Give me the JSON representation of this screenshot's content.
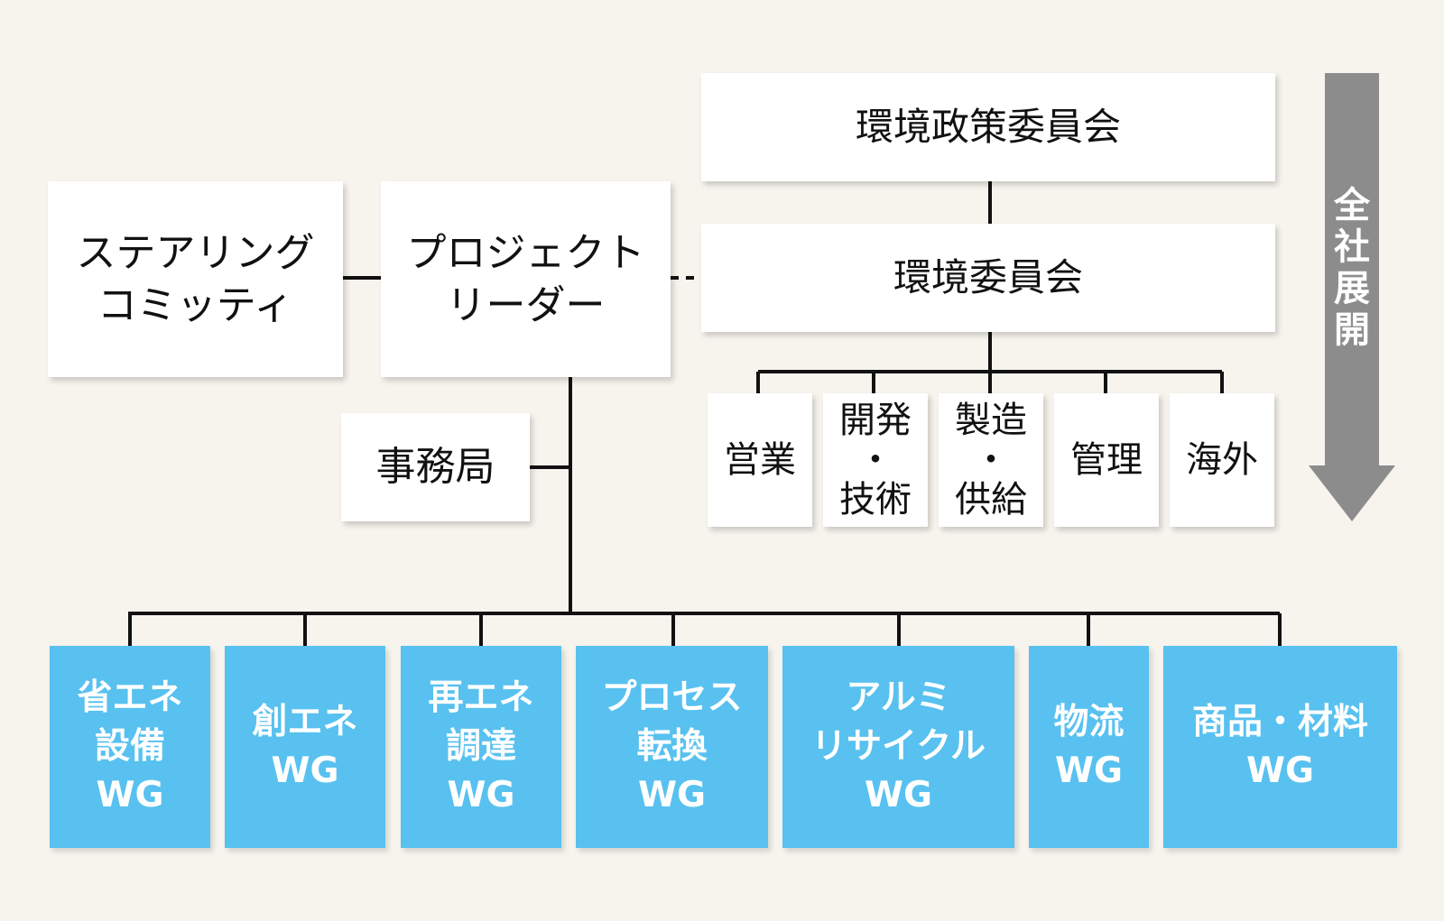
{
  "top": {
    "policy_committee": "環境政策委員会",
    "env_committee": "環境委員会"
  },
  "left": {
    "steering": "ステアリング\nコミッティ",
    "project_leader": "プロジェクト\nリーダー",
    "secretariat": "事務局"
  },
  "departments": [
    {
      "label": "営業"
    },
    {
      "label": "開発\n・\n技術"
    },
    {
      "label": "製造\n・\n供給"
    },
    {
      "label": "管理"
    },
    {
      "label": "海外"
    }
  ],
  "working_groups": [
    {
      "label": "省エネ\n設備\nWG"
    },
    {
      "label": "創エネ\nWG"
    },
    {
      "label": "再エネ\n調達\nWG"
    },
    {
      "label": "プロセス\n転換\nWG"
    },
    {
      "label": "アルミ\nリサイクル\nWG"
    },
    {
      "label": "物流\nWG"
    },
    {
      "label": "商品・材料\nWG"
    }
  ],
  "arrow": {
    "label": "全\n社\n展\n開"
  },
  "colors": {
    "background": "#f7f4ee",
    "wg_blue": "#58c1ef",
    "arrow_gray": "#8c8c8c",
    "line": "#111111"
  }
}
